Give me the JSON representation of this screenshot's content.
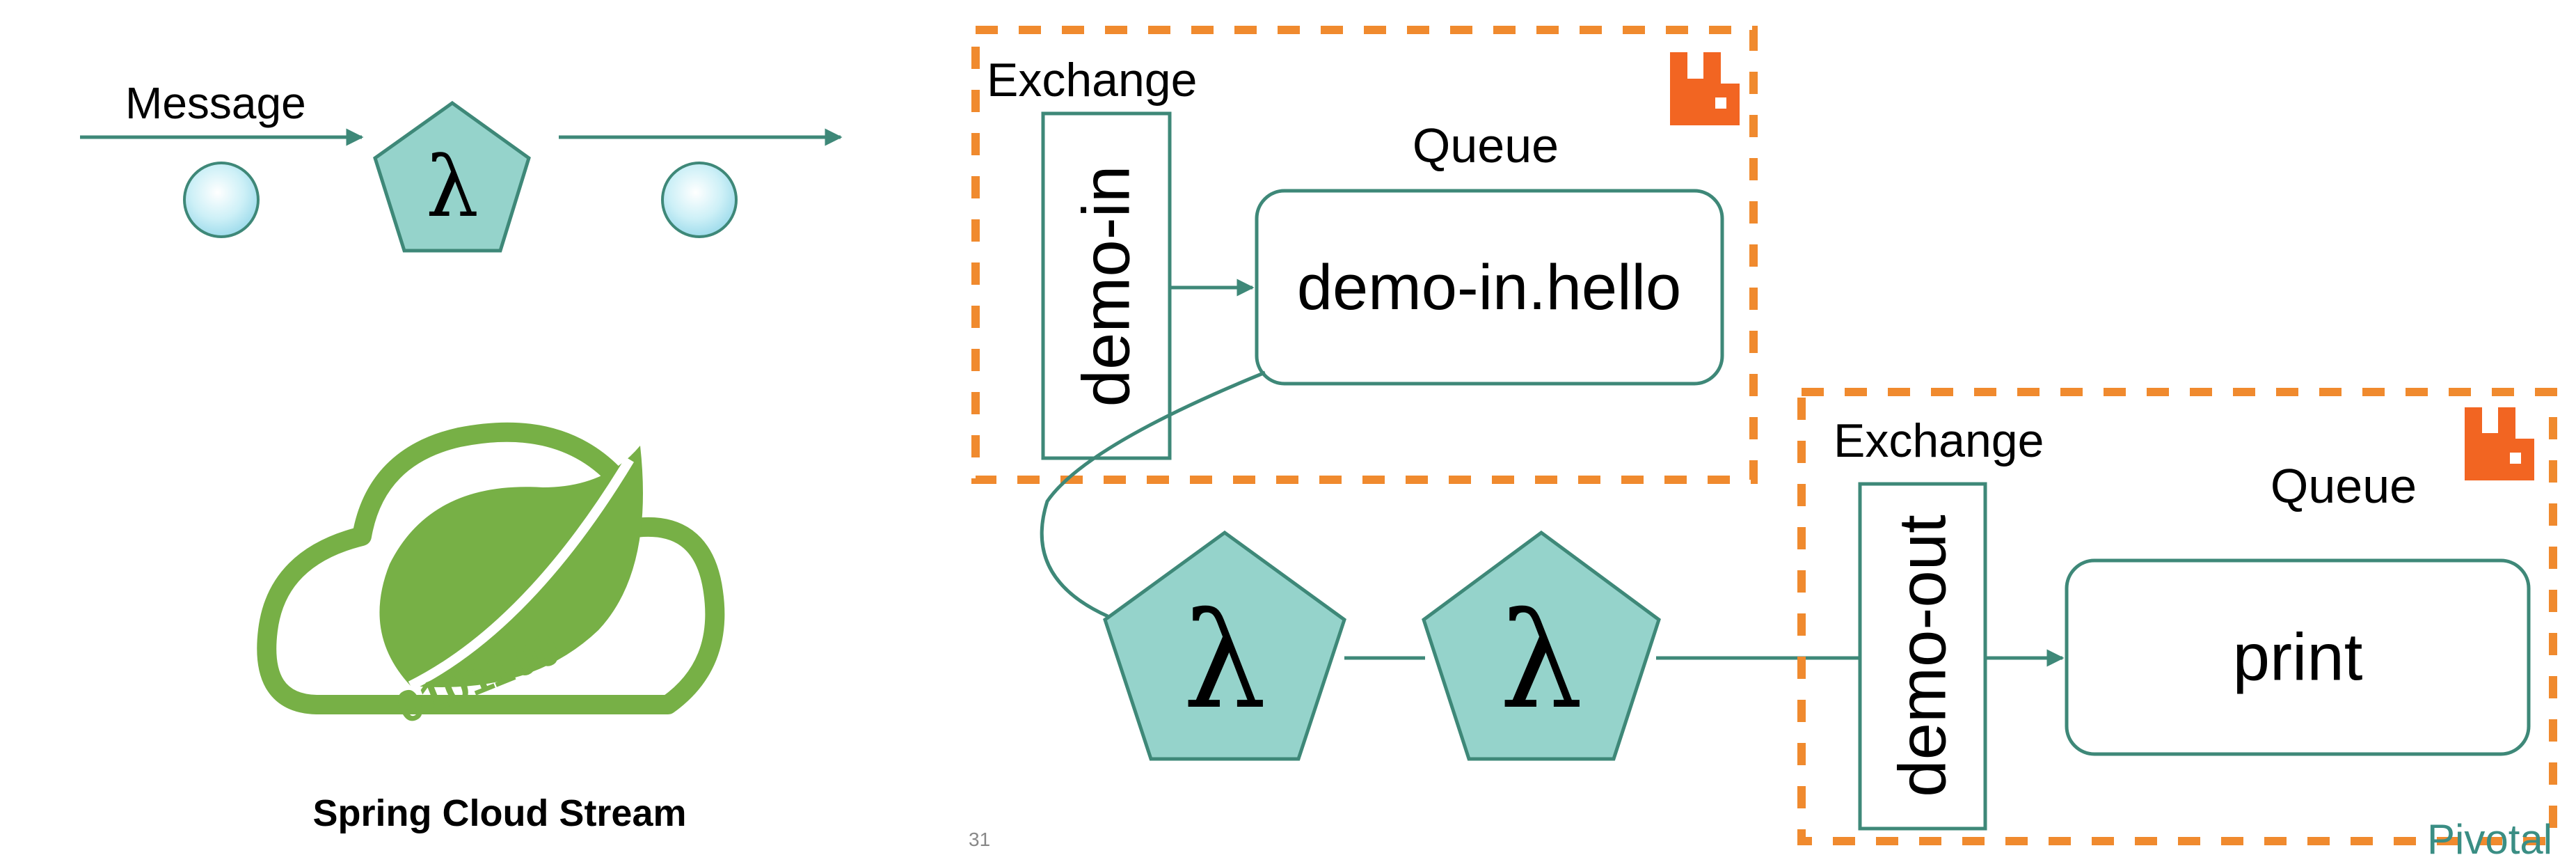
{
  "colors": {
    "teal_stroke": "#3e8878",
    "teal_fill": "#95d3cb",
    "orange": "#f08a2e",
    "rabbit_orange": "#f26522",
    "spring_green": "#77b046",
    "bubble_fill": "#c6eef6",
    "pivotal_teal": "#3a8e84"
  },
  "left": {
    "message_label": "Message",
    "lambda_symbol": "λ",
    "logo_icon": "spring-cloud-logo",
    "logo_digits": "0101100",
    "caption": "Spring Cloud Stream"
  },
  "input_box": {
    "exchange_label": "Exchange",
    "exchange_name": "demo-in",
    "queue_label": "Queue",
    "queue_name": "demo-in.hello",
    "broker_icon": "rabbitmq-icon"
  },
  "output_box": {
    "exchange_label": "Exchange",
    "exchange_name": "demo-out",
    "queue_label": "Queue",
    "queue_name": "print",
    "broker_icon": "rabbitmq-icon"
  },
  "pipeline": {
    "lambda_1": "λ",
    "lambda_2": "λ"
  },
  "footer": {
    "page_number": "31",
    "brand": "Pivotal"
  }
}
